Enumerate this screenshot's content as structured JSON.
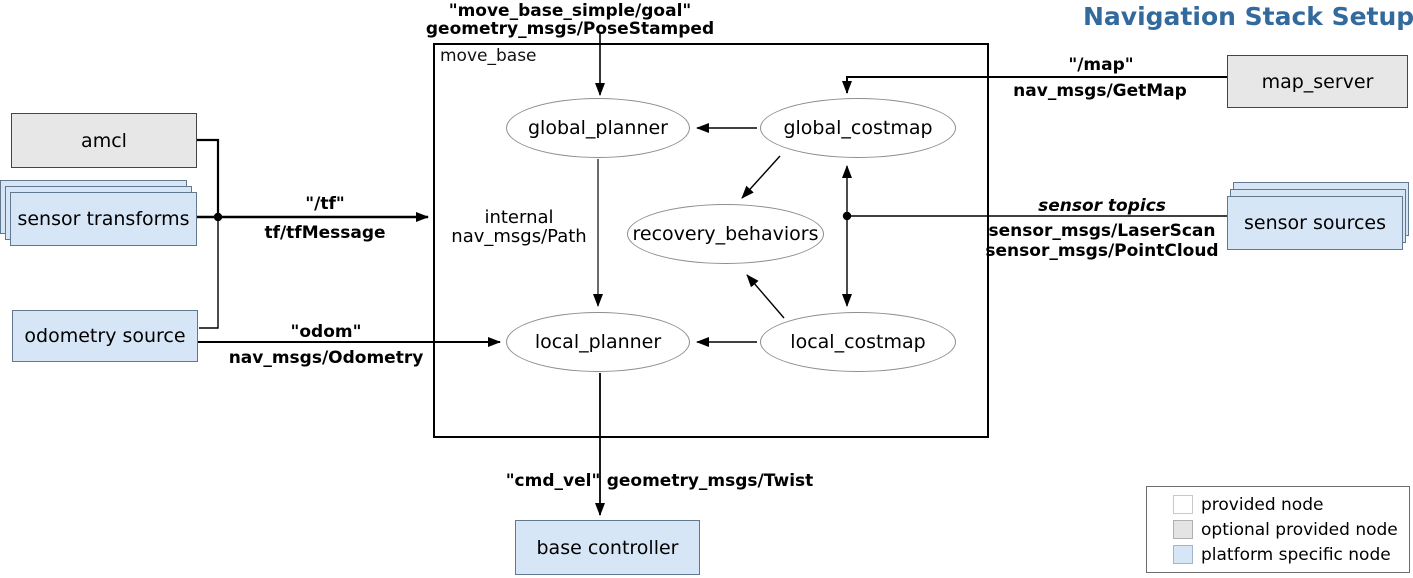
{
  "title": "Navigation Stack Setup",
  "container_label": "move_base",
  "nodes": {
    "amcl": "amcl",
    "sensor_transforms": "sensor transforms",
    "odometry_source": "odometry source",
    "map_server": "map_server",
    "sensor_sources": "sensor sources",
    "base_controller": "base controller"
  },
  "components": {
    "global_planner": "global_planner",
    "global_costmap": "global_costmap",
    "recovery_behaviors": "recovery_behaviors",
    "local_planner": "local_planner",
    "local_costmap": "local_costmap"
  },
  "edges": {
    "goal_topic": "\"move_base_simple/goal\"",
    "goal_type": "geometry_msgs/PoseStamped",
    "tf_topic": "\"/tf\"",
    "tf_type": "tf/tfMessage",
    "odom_topic": "\"odom\"",
    "odom_type": "nav_msgs/Odometry",
    "map_topic": "\"/map\"",
    "map_type": "nav_msgs/GetMap",
    "sensor_topic": "sensor topics",
    "sensor_type_1": "sensor_msgs/LaserScan",
    "sensor_type_2": "sensor_msgs/PointCloud",
    "cmd_topic": "\"cmd_vel\"",
    "cmd_type": "geometry_msgs/Twist",
    "internal_label": "internal",
    "internal_type": "nav_msgs/Path"
  },
  "legend": {
    "items": [
      {
        "label": "provided node"
      },
      {
        "label": "optional provided node"
      },
      {
        "label": "platform specific node"
      }
    ]
  },
  "colors": {
    "title_text": "#336a9e",
    "platform_node_fill": "#d7e6f7",
    "optional_node_fill": "#e7e7e7",
    "provided_node_fill": "#ffffff"
  }
}
